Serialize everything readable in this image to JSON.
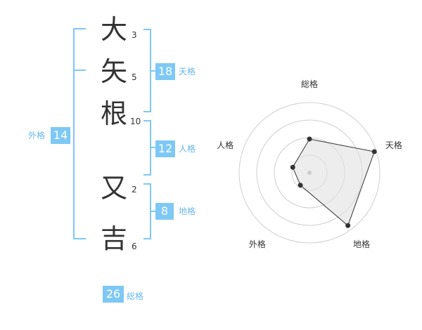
{
  "name": {
    "kanji": [
      "大",
      "矢",
      "根",
      "又",
      "吉"
    ],
    "strokes": [
      "3",
      "5",
      "10",
      "2",
      "6"
    ]
  },
  "fortunes": {
    "tenkaku": {
      "value": "18",
      "label": "天格"
    },
    "jinkaku": {
      "value": "12",
      "label": "人格"
    },
    "chikaku": {
      "value": "8",
      "label": "地格"
    },
    "gaikaku": {
      "value": "14",
      "label": "外格"
    },
    "soukaku": {
      "value": "26",
      "label": "総格"
    }
  },
  "colors": {
    "accent": "#7ec8f5",
    "label": "#6ab8e8",
    "text": "#333333"
  },
  "chart_data": {
    "type": "radar",
    "axes": [
      "総格",
      "天格",
      "地格",
      "外格",
      "人格"
    ],
    "values": [
      0.48,
      0.97,
      0.93,
      0.22,
      0.25
    ],
    "rings": 4
  }
}
